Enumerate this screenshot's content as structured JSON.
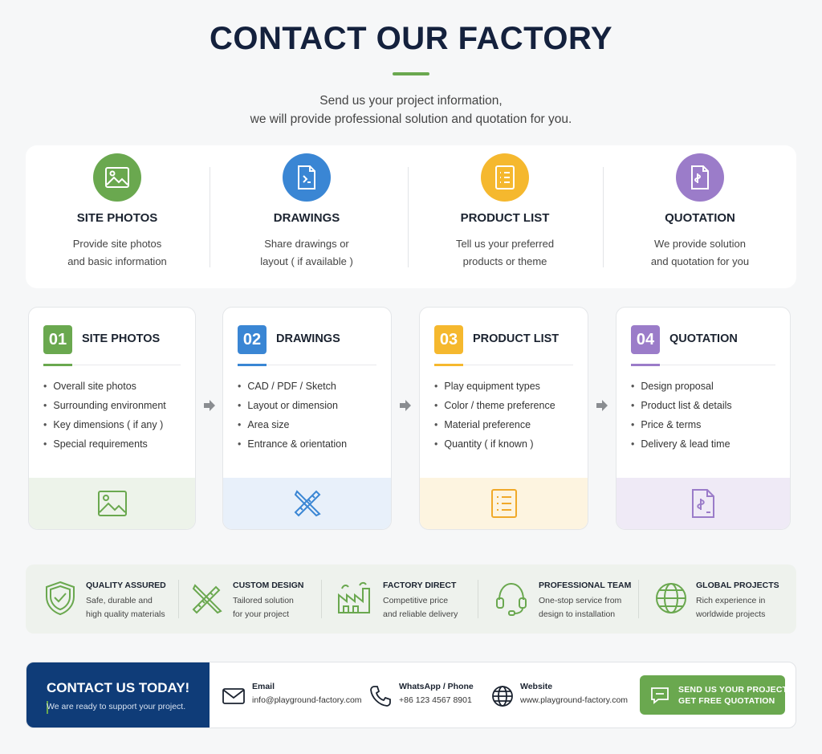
{
  "header": {
    "title": "CONTACT OUR FACTORY",
    "subtitle_line1": "Send us your project information,",
    "subtitle_line2": "we will provide professional solution and quotation for you."
  },
  "colors": {
    "green": "#6aa84f",
    "blue": "#3a86d4",
    "yellow": "#f5b82e",
    "purple": "#9b7cc9",
    "navy": "#0f3c78",
    "title": "#14213d"
  },
  "overview_steps": [
    {
      "title": "SITE PHOTOS",
      "desc_line1": "Provide site photos",
      "desc_line2": "and basic information",
      "icon": "image-icon"
    },
    {
      "title": "DRAWINGS",
      "desc_line1": "Share drawings or",
      "desc_line2": "layout ( if available )",
      "icon": "document-icon"
    },
    {
      "title": "PRODUCT LIST",
      "desc_line1": "Tell us your preferred",
      "desc_line2": "products or theme",
      "icon": "checklist-icon"
    },
    {
      "title": "QUOTATION",
      "desc_line1": "We provide solution",
      "desc_line2": "and quotation for you",
      "icon": "quotation-icon"
    }
  ],
  "step_cards": [
    {
      "number": "01",
      "title": "SITE PHOTOS",
      "items": [
        "Overall site photos",
        "Surrounding environment",
        "Key dimensions ( if any )",
        "Special requirements"
      ],
      "icon": "image-icon"
    },
    {
      "number": "02",
      "title": "DRAWINGS",
      "items": [
        "CAD / PDF / Sketch",
        "Layout or dimension",
        "Area size",
        "Entrance & orientation"
      ],
      "icon": "ruler-pencil-icon"
    },
    {
      "number": "03",
      "title": "PRODUCT LIST",
      "items": [
        "Play equipment types",
        "Color / theme preference",
        "Material preference",
        "Quantity ( if known )"
      ],
      "icon": "checklist-icon"
    },
    {
      "number": "04",
      "title": "QUOTATION",
      "items": [
        "Design proposal",
        "Product list & details",
        "Price & terms",
        "Delivery & lead time"
      ],
      "icon": "quotation-icon"
    }
  ],
  "features": [
    {
      "title": "QUALITY ASSURED",
      "desc_line1": "Safe, durable and",
      "desc_line2": "high quality materials",
      "icon": "shield-check-icon"
    },
    {
      "title": "CUSTOM DESIGN",
      "desc_line1": "Tailored solution",
      "desc_line2": "for your project",
      "icon": "ruler-pencil-icon"
    },
    {
      "title": "FACTORY DIRECT",
      "desc_line1": "Competitive price",
      "desc_line2": "and reliable delivery",
      "icon": "factory-icon"
    },
    {
      "title": "PROFESSIONAL TEAM",
      "desc_line1": "One-stop service from",
      "desc_line2": "design to installation",
      "icon": "headset-icon"
    },
    {
      "title": "GLOBAL PROJECTS",
      "desc_line1": "Rich experience in",
      "desc_line2": "worldwide projects",
      "icon": "globe-icon"
    }
  ],
  "contact": {
    "heading": "CONTACT US TODAY!",
    "subheading": "We are ready to support your project.",
    "email_label": "Email",
    "email_value": "info@playground-factory.com",
    "phone_label": "WhatsApp / Phone",
    "phone_value": "+86 123 4567 8901",
    "website_label": "Website",
    "website_value": "www.playground-factory.com",
    "cta_line1": "SEND US YOUR PROJECT",
    "cta_line2": "GET FREE QUOTATION"
  }
}
